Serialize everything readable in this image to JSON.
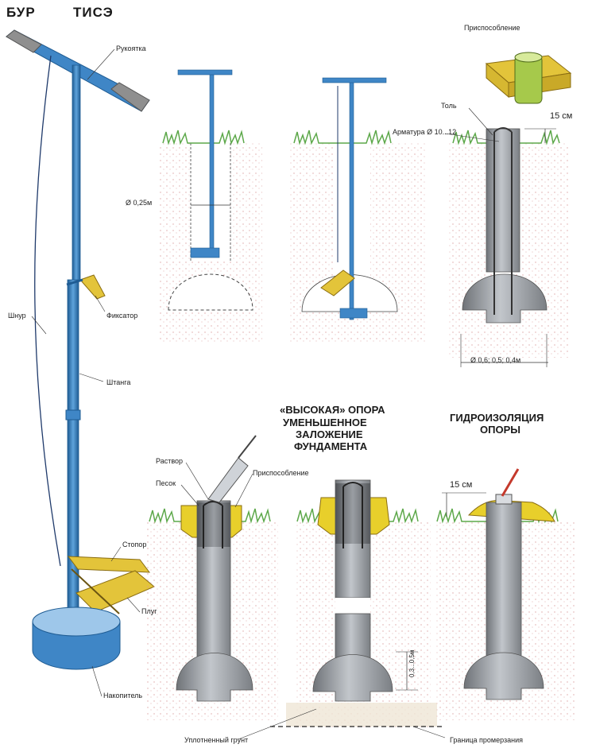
{
  "header": {
    "word1": "БУР",
    "word2": "ТИСЭ"
  },
  "labels": {
    "handle": "Рукоятка",
    "cord": "Шнур",
    "latch": "Фиксатор",
    "rod": "Штанга",
    "stopper": "Стопор",
    "plough": "Плуг",
    "collector": "Накопитель",
    "fixture_top": "Приспособление",
    "roofing": "Толь",
    "rebar": "Арматура Ø 10...12",
    "dim_15cm_top": "15 см",
    "dim_025": "Ø 0,25м",
    "dim_bases": "Ø 0,6;  0,5;  0,4м",
    "mortar": "Раствор",
    "sand": "Песок",
    "fixture_bottom": "Приспособление",
    "compacted_soil": "Уплотненный грунт",
    "freeze_line": "Граница промерзания",
    "dim_depth": "0,3...0,5м",
    "dim_15cm_bottom": "15 см"
  },
  "subtitles": {
    "high_support_1": "«ВЫСОКАЯ» ОПОРА",
    "high_support_2": "УМЕНЬШЕННОЕ",
    "high_support_3": "ЗАЛОЖЕНИЕ",
    "high_support_4": "ФУНДАМЕНТА",
    "waterproof_1": "ГИДРОИЗОЛЯЦИЯ",
    "waterproof_2": "ОПОРЫ"
  },
  "colors": {
    "tool_blue": "#3f86c6",
    "tool_blue_dark": "#1f5c93",
    "handle_grey": "#8f8f8f",
    "concrete": "#a9adb3",
    "concrete_dark": "#5e6166",
    "sand_yellow": "#e8cf2b",
    "wood_yellow": "#e3c43a",
    "grass": "#5da84a",
    "soil_pink": "#e9b8b8"
  }
}
